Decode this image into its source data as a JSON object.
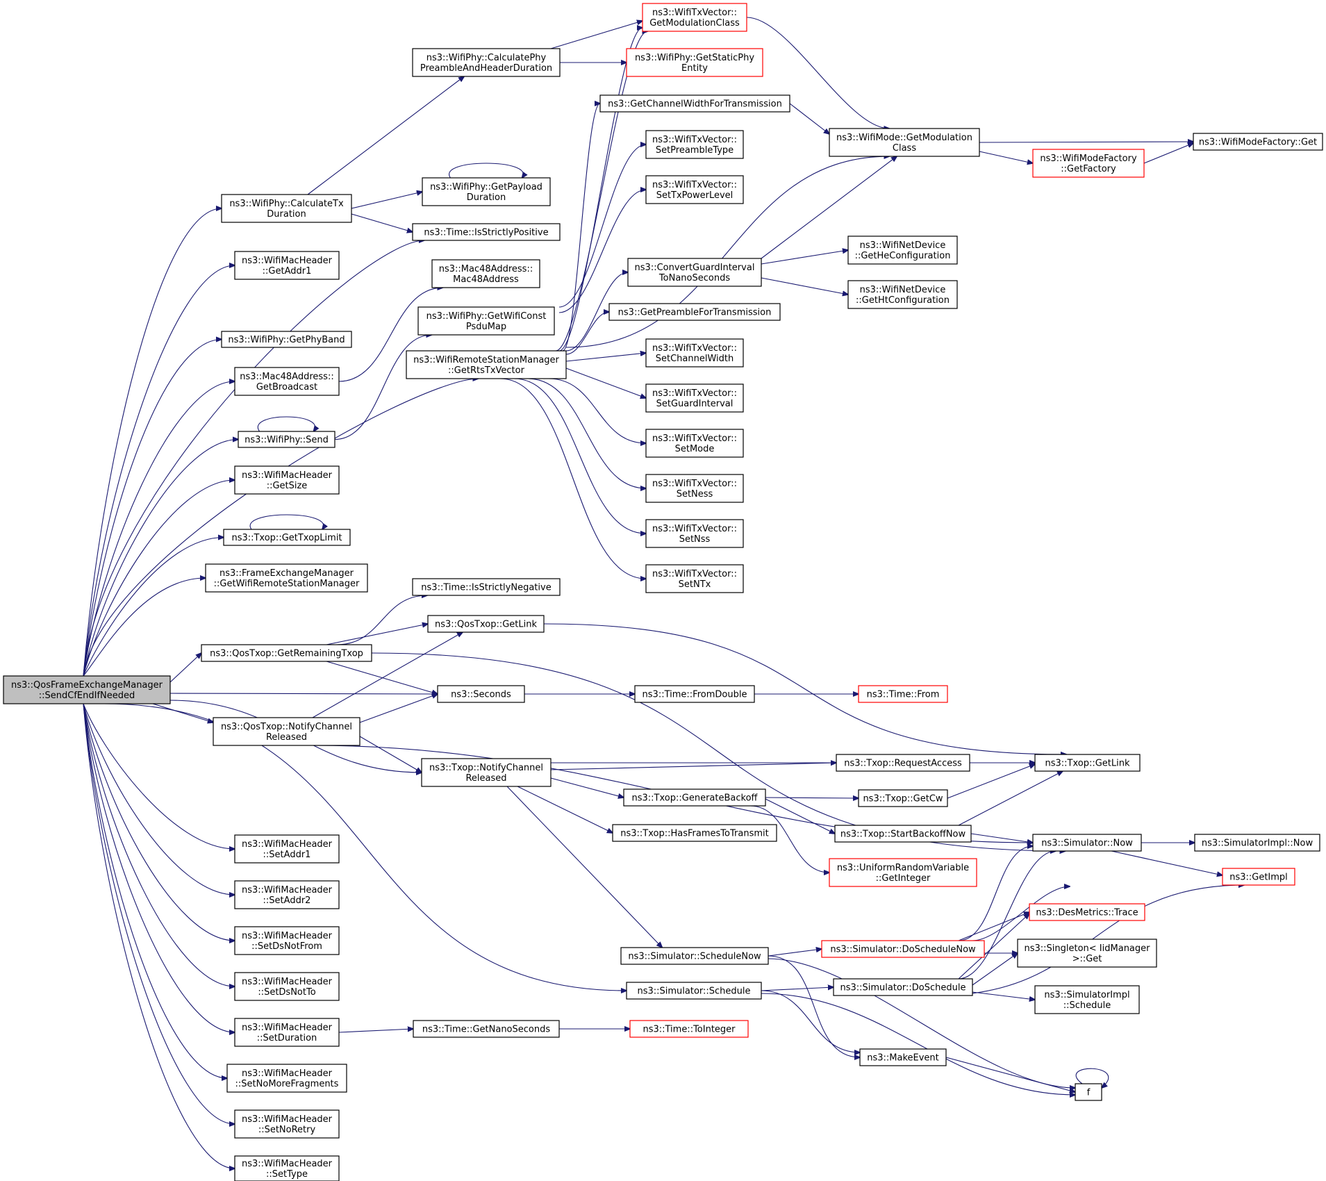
{
  "graph": {
    "colors": {
      "edge": "#191970",
      "node_border": "#000000",
      "node_border_truncated": "#ff0000",
      "root_fill": "#bfbfbf",
      "node_fill": "#ffffff"
    },
    "nodes": [
      {
        "id": "root",
        "lines": [
          "ns3::QosFrameExchangeManager",
          "::SendCfEndIfNeeded"
        ],
        "style": "root"
      },
      {
        "id": "calcTx",
        "lines": [
          "ns3::WifiPhy::CalculateTx",
          "Duration"
        ],
        "style": "normal"
      },
      {
        "id": "getAddr1",
        "lines": [
          "ns3::WifiMacHeader",
          "::GetAddr1"
        ],
        "style": "normal"
      },
      {
        "id": "getPhyBand",
        "lines": [
          "ns3::WifiPhy::GetPhyBand"
        ],
        "style": "normal"
      },
      {
        "id": "getBroadcast",
        "lines": [
          "ns3::Mac48Address::",
          "GetBroadcast"
        ],
        "style": "normal"
      },
      {
        "id": "send",
        "lines": [
          "ns3::WifiPhy::Send"
        ],
        "style": "normal"
      },
      {
        "id": "getSize",
        "lines": [
          "ns3::WifiMacHeader",
          "::GetSize"
        ],
        "style": "normal"
      },
      {
        "id": "getTxopLimit",
        "lines": [
          "ns3::Txop::GetTxopLimit"
        ],
        "style": "normal"
      },
      {
        "id": "getWrsm",
        "lines": [
          "ns3::FrameExchangeManager",
          "::GetWifiRemoteStationManager"
        ],
        "style": "normal"
      },
      {
        "id": "getRemTxop",
        "lines": [
          "ns3::QosTxop::GetRemainingTxop"
        ],
        "style": "normal"
      },
      {
        "id": "qosNotify",
        "lines": [
          "ns3::QosTxop::NotifyChannel",
          "Released"
        ],
        "style": "normal"
      },
      {
        "id": "setAddr1",
        "lines": [
          "ns3::WifiMacHeader",
          "::SetAddr1"
        ],
        "style": "normal"
      },
      {
        "id": "setAddr2",
        "lines": [
          "ns3::WifiMacHeader",
          "::SetAddr2"
        ],
        "style": "normal"
      },
      {
        "id": "setDsNotFrom",
        "lines": [
          "ns3::WifiMacHeader",
          "::SetDsNotFrom"
        ],
        "style": "normal"
      },
      {
        "id": "setDsNotTo",
        "lines": [
          "ns3::WifiMacHeader",
          "::SetDsNotTo"
        ],
        "style": "normal"
      },
      {
        "id": "setDuration",
        "lines": [
          "ns3::WifiMacHeader",
          "::SetDuration"
        ],
        "style": "normal"
      },
      {
        "id": "setNoMoreFrag",
        "lines": [
          "ns3::WifiMacHeader",
          "::SetNoMoreFragments"
        ],
        "style": "normal"
      },
      {
        "id": "setNoRetry",
        "lines": [
          "ns3::WifiMacHeader",
          "::SetNoRetry"
        ],
        "style": "normal"
      },
      {
        "id": "setType",
        "lines": [
          "ns3::WifiMacHeader",
          "::SetType"
        ],
        "style": "normal"
      },
      {
        "id": "calcPreamble",
        "lines": [
          "ns3::WifiPhy::CalculatePhy",
          "PreambleAndHeaderDuration"
        ],
        "style": "normal"
      },
      {
        "id": "getPayload",
        "lines": [
          "ns3::WifiPhy::GetPayload",
          "Duration"
        ],
        "style": "normal"
      },
      {
        "id": "isStrictlyPos",
        "lines": [
          "ns3::Time::IsStrictlyPositive"
        ],
        "style": "normal"
      },
      {
        "id": "mac48",
        "lines": [
          "ns3::Mac48Address::",
          "Mac48Address"
        ],
        "style": "normal"
      },
      {
        "id": "getPsduMap",
        "lines": [
          "ns3::WifiPhy::GetWifiConst",
          "PsduMap"
        ],
        "style": "normal"
      },
      {
        "id": "getRts",
        "lines": [
          "ns3::WifiRemoteStationManager",
          "::GetRtsTxVector"
        ],
        "style": "normal"
      },
      {
        "id": "isStrictlyNeg",
        "lines": [
          "ns3::Time::IsStrictlyNegative"
        ],
        "style": "normal"
      },
      {
        "id": "qosGetLink",
        "lines": [
          "ns3::QosTxop::GetLink"
        ],
        "style": "normal"
      },
      {
        "id": "seconds",
        "lines": [
          "ns3::Seconds"
        ],
        "style": "normal"
      },
      {
        "id": "txopNotify",
        "lines": [
          "ns3::Txop::NotifyChannel",
          "Released"
        ],
        "style": "normal"
      },
      {
        "id": "getNanoSec",
        "lines": [
          "ns3::Time::GetNanoSeconds"
        ],
        "style": "normal"
      },
      {
        "id": "getModClass",
        "lines": [
          "ns3::WifiTxVector::",
          "GetModulationClass"
        ],
        "style": "truncated"
      },
      {
        "id": "getStaticPhy",
        "lines": [
          "ns3::WifiPhy::GetStaticPhy",
          "Entity"
        ],
        "style": "truncated"
      },
      {
        "id": "getChanWidth",
        "lines": [
          "ns3::GetChannelWidthForTransmission"
        ],
        "style": "normal"
      },
      {
        "id": "setPreamble",
        "lines": [
          "ns3::WifiTxVector::",
          "SetPreambleType"
        ],
        "style": "normal"
      },
      {
        "id": "setTxPower",
        "lines": [
          "ns3::WifiTxVector::",
          "SetTxPowerLevel"
        ],
        "style": "normal"
      },
      {
        "id": "convertGI",
        "lines": [
          "ns3::ConvertGuardInterval",
          "ToNanoSeconds"
        ],
        "style": "normal"
      },
      {
        "id": "getPreambleTx",
        "lines": [
          "ns3::GetPreambleForTransmission"
        ],
        "style": "normal"
      },
      {
        "id": "setChanWidth",
        "lines": [
          "ns3::WifiTxVector::",
          "SetChannelWidth"
        ],
        "style": "normal"
      },
      {
        "id": "setGI",
        "lines": [
          "ns3::WifiTxVector::",
          "SetGuardInterval"
        ],
        "style": "normal"
      },
      {
        "id": "setMode",
        "lines": [
          "ns3::WifiTxVector::",
          "SetMode"
        ],
        "style": "normal"
      },
      {
        "id": "setNess",
        "lines": [
          "ns3::WifiTxVector::",
          "SetNess"
        ],
        "style": "normal"
      },
      {
        "id": "setNss",
        "lines": [
          "ns3::WifiTxVector::",
          "SetNss"
        ],
        "style": "normal"
      },
      {
        "id": "setNTx",
        "lines": [
          "ns3::WifiTxVector::",
          "SetNTx"
        ],
        "style": "normal"
      },
      {
        "id": "fromDouble",
        "lines": [
          "ns3::Time::FromDouble"
        ],
        "style": "normal"
      },
      {
        "id": "genBackoff",
        "lines": [
          "ns3::Txop::GenerateBackoff"
        ],
        "style": "normal"
      },
      {
        "id": "hasFrames",
        "lines": [
          "ns3::Txop::HasFramesToTransmit"
        ],
        "style": "normal"
      },
      {
        "id": "schedNow",
        "lines": [
          "ns3::Simulator::ScheduleNow"
        ],
        "style": "normal"
      },
      {
        "id": "schedule",
        "lines": [
          "ns3::Simulator::Schedule"
        ],
        "style": "normal"
      },
      {
        "id": "toInteger",
        "lines": [
          "ns3::Time::ToInteger"
        ],
        "style": "truncated"
      },
      {
        "id": "modeGetModClass",
        "lines": [
          "ns3::WifiMode::GetModulation",
          "Class"
        ],
        "style": "normal"
      },
      {
        "id": "getHeConf",
        "lines": [
          "ns3::WifiNetDevice",
          "::GetHeConfiguration"
        ],
        "style": "normal"
      },
      {
        "id": "getHtConf",
        "lines": [
          "ns3::WifiNetDevice",
          "::GetHtConfiguration"
        ],
        "style": "normal"
      },
      {
        "id": "timeFrom",
        "lines": [
          "ns3::Time::From"
        ],
        "style": "truncated"
      },
      {
        "id": "requestAccess",
        "lines": [
          "ns3::Txop::RequestAccess"
        ],
        "style": "normal"
      },
      {
        "id": "getCw",
        "lines": [
          "ns3::Txop::GetCw"
        ],
        "style": "normal"
      },
      {
        "id": "startBackoff",
        "lines": [
          "ns3::Txop::StartBackoffNow"
        ],
        "style": "normal"
      },
      {
        "id": "uniformGetInt",
        "lines": [
          "ns3::UniformRandomVariable",
          "::GetInteger"
        ],
        "style": "truncated"
      },
      {
        "id": "doSchedNow",
        "lines": [
          "ns3::Simulator::DoScheduleNow"
        ],
        "style": "truncated"
      },
      {
        "id": "doSchedule",
        "lines": [
          "ns3::Simulator::DoSchedule"
        ],
        "style": "normal"
      },
      {
        "id": "makeEvent",
        "lines": [
          "ns3::MakeEvent"
        ],
        "style": "normal"
      },
      {
        "id": "factoryGetFactory",
        "lines": [
          "ns3::WifiModeFactory",
          "::GetFactory"
        ],
        "style": "truncated"
      },
      {
        "id": "factoryGet",
        "lines": [
          "ns3::WifiModeFactory::Get"
        ],
        "style": "normal"
      },
      {
        "id": "txopGetLink",
        "lines": [
          "ns3::Txop::GetLink"
        ],
        "style": "normal"
      },
      {
        "id": "simNow",
        "lines": [
          "ns3::Simulator::Now"
        ],
        "style": "normal"
      },
      {
        "id": "desTrace",
        "lines": [
          "ns3::DesMetrics::Trace"
        ],
        "style": "truncated"
      },
      {
        "id": "singletonGet",
        "lines": [
          "ns3::Singleton< IidManager",
          " >::Get"
        ],
        "style": "normal"
      },
      {
        "id": "implSchedule",
        "lines": [
          "ns3::SimulatorImpl",
          "::Schedule"
        ],
        "style": "normal"
      },
      {
        "id": "f",
        "lines": [
          "f"
        ],
        "style": "normal"
      },
      {
        "id": "implNow",
        "lines": [
          "ns3::SimulatorImpl::Now"
        ],
        "style": "normal"
      },
      {
        "id": "getImpl",
        "lines": [
          "ns3::GetImpl"
        ],
        "style": "truncated"
      }
    ]
  }
}
